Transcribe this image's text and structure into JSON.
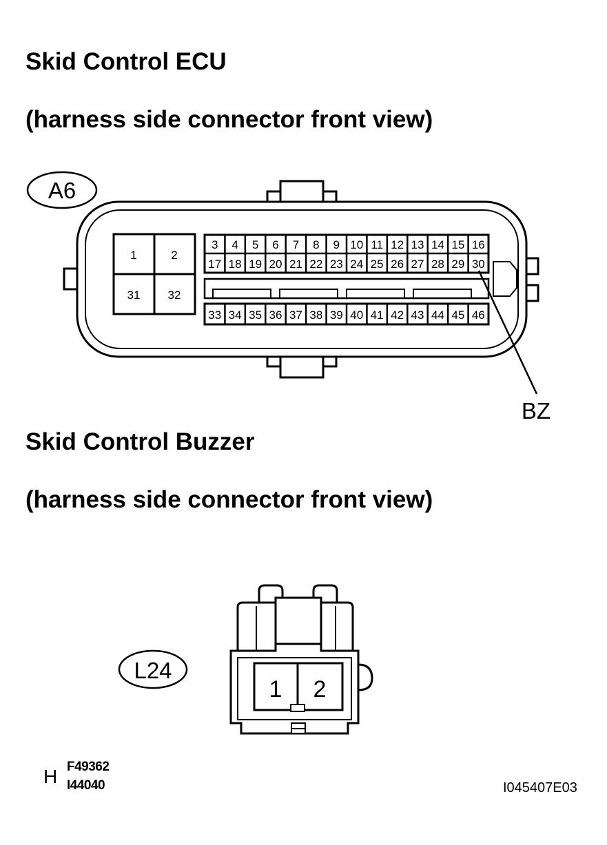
{
  "sections": {
    "ecu": {
      "title": "Skid Control ECU",
      "subtitle": "(harness side connector front view)",
      "connector_code": "A6",
      "large_pins": [
        "1",
        "2",
        "31",
        "32"
      ],
      "row1": [
        "3",
        "4",
        "5",
        "6",
        "7",
        "8",
        "9",
        "10",
        "11",
        "12",
        "13",
        "14",
        "15",
        "16"
      ],
      "row2": [
        "17",
        "18",
        "19",
        "20",
        "21",
        "22",
        "23",
        "24",
        "25",
        "26",
        "27",
        "28",
        "29",
        "30"
      ],
      "row3": [
        "33",
        "34",
        "35",
        "36",
        "37",
        "38",
        "39",
        "40",
        "41",
        "42",
        "43",
        "44",
        "45",
        "46"
      ],
      "callout": "BZ"
    },
    "buzzer": {
      "title": "Skid Control Buzzer",
      "subtitle": "(harness side connector front view)",
      "connector_code": "L24",
      "pins": [
        "1",
        "2"
      ]
    }
  },
  "footer": {
    "letter": "H",
    "code1": "F49362",
    "code2": "I44040",
    "figure_id": "I045407E03"
  }
}
